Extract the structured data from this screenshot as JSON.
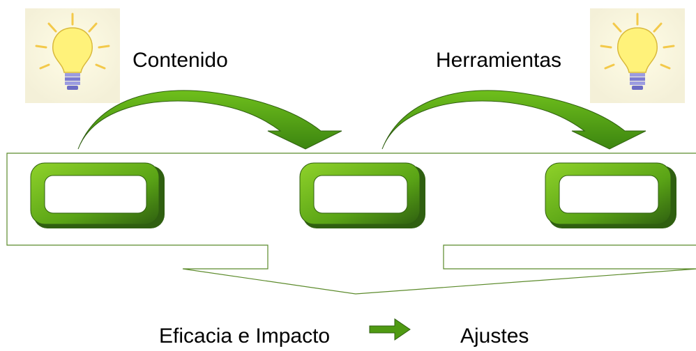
{
  "labels": {
    "contenido": "Contenido",
    "herramientas": "Herramientas",
    "eficacia": "Eficacia e Impacto",
    "ajustes": "Ajustes"
  },
  "colors": {
    "green_light": "#7cc520",
    "green_mid": "#4f9a12",
    "green_dark": "#2f5f10",
    "bulb_yellow": "#fff27a",
    "bulb_glow": "#fdf6c8",
    "bulb_base": "#8f8fd8",
    "outline": "#5b8a2a"
  },
  "icons": {
    "left_bulb": "lightbulb-icon",
    "right_bulb": "lightbulb-icon",
    "bottom_arrow": "arrow-right-icon"
  }
}
